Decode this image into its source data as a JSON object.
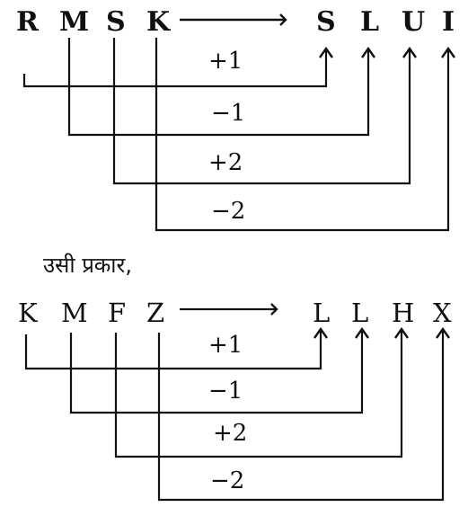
{
  "top": {
    "source": [
      "R",
      "M",
      "S",
      "K"
    ],
    "target": [
      "S",
      "L",
      "U",
      "I"
    ],
    "ops": [
      "+1",
      "−1",
      "+2",
      "−2"
    ]
  },
  "connector": "उसी प्रकार,",
  "bottom": {
    "source": [
      "K",
      "M",
      "F",
      "Z"
    ],
    "target": [
      "L",
      "L",
      "H",
      "X"
    ],
    "ops": [
      "+1",
      "−1",
      "+2",
      "−2"
    ]
  }
}
